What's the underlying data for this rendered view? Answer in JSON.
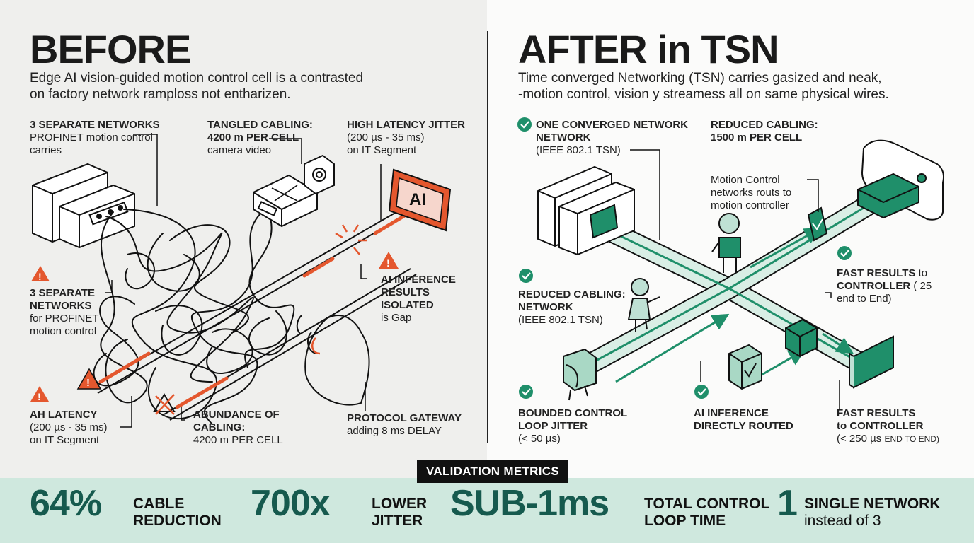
{
  "before": {
    "title": "BEFORE",
    "subtitle_1": "Edge AI vision-guided motion control cell is a contrasted",
    "subtitle_2": "on factory network ramploss not entharizen.",
    "callouts": {
      "sep_top_head": "3 SEPARATE NETWORKS",
      "sep_top_1": "PROFINET motion control",
      "sep_top_2": "carries",
      "tangle_head_1": "TANGLED CABLING:",
      "tangle_head_2": "4200 m PER CELL",
      "tangle_1": "camera video",
      "jitter_head": "HIGH LATENCY JITTER",
      "jitter_1": "(200 µs - 35 ms)",
      "jitter_2": "on IT Segment",
      "sep_mid_head_1": "3 SEPARATE",
      "sep_mid_head_2": "NETWORKS",
      "sep_mid_1": "for PROFINET",
      "sep_mid_2": "motion control",
      "ai_head_1": "AI INFERENCE",
      "ai_head_2": "RESULTS",
      "ai_head_3": "ISOLATED",
      "ai_1": "is Gap",
      "lat_head": "AH LATENCY",
      "lat_1": "(200 µs - 35 ms)",
      "lat_2": "on IT Segment",
      "abund_head_1": "ABUNDANCE OF",
      "abund_head_2": "CABLING:",
      "abund_1": "4200 m PER CELL",
      "gw_head": "PROTOCOL GATEWAY",
      "gw_1": "adding 8 ms DELAY",
      "ai_box_label": "AI"
    }
  },
  "after": {
    "title": "AFTER in TSN",
    "subtitle_1": "Time converged Networking (TSN) carries gasized and neak,",
    "subtitle_2": "-motion control, vision y streamess all on same physical wires.",
    "callouts": {
      "one_head_1": "ONE CONVERGED NETWORK",
      "one_head_2": "NETWORK",
      "one_1": "(IEEE 802.1 TSN)",
      "red_top_head_1": "REDUCED CABLING:",
      "red_top_head_2": "1500 m PER CELL",
      "motion_1": "Motion Control",
      "motion_2": "networks routs to",
      "motion_3": "motion controller",
      "fast_top_head_1": "FAST RESULTS",
      "fast_top_head_1b": "to",
      "fast_top_head_2": "CONTROLLER",
      "fast_top_head_2b": "( 25",
      "fast_top_1": "end to End)",
      "red_mid_head_1": "REDUCED CABLING:",
      "red_mid_head_2": "NETWORK",
      "red_mid_1": "(IEEE 802.1 TSN)",
      "bounded_head_1": "BOUNDED CONTROL",
      "bounded_head_2": "LOOP JITTER",
      "bounded_1": "(< 50 µs)",
      "ai_head_1": "AI INFERENCE",
      "ai_head_2": "DIRECTLY ROUTED",
      "fast_bot_head_1": "FAST RESULTS",
      "fast_bot_head_2": "to CONTROLLER",
      "fast_bot_1": "(< 250 µs",
      "fast_bot_1b": "END TO END)"
    }
  },
  "metrics": {
    "badge": "VALIDATION METRICS",
    "items": [
      {
        "value": "64%",
        "label_1": "CABLE",
        "label_2": "REDUCTION"
      },
      {
        "value": "700x",
        "label_1": "LOWER",
        "label_2": "JITTER"
      },
      {
        "value": "SUB-1ms",
        "label_1": "TOTAL CONTROL",
        "label_2": "LOOP TIME"
      },
      {
        "value": "1",
        "label_1": "SINGLE NETWORK",
        "label_2": "instead of 3"
      }
    ]
  },
  "colors": {
    "accent_green": "#1f8f6a",
    "dark_teal": "#165a4e",
    "warning_red": "#e4572e",
    "metrics_bg": "#cfe8de"
  }
}
